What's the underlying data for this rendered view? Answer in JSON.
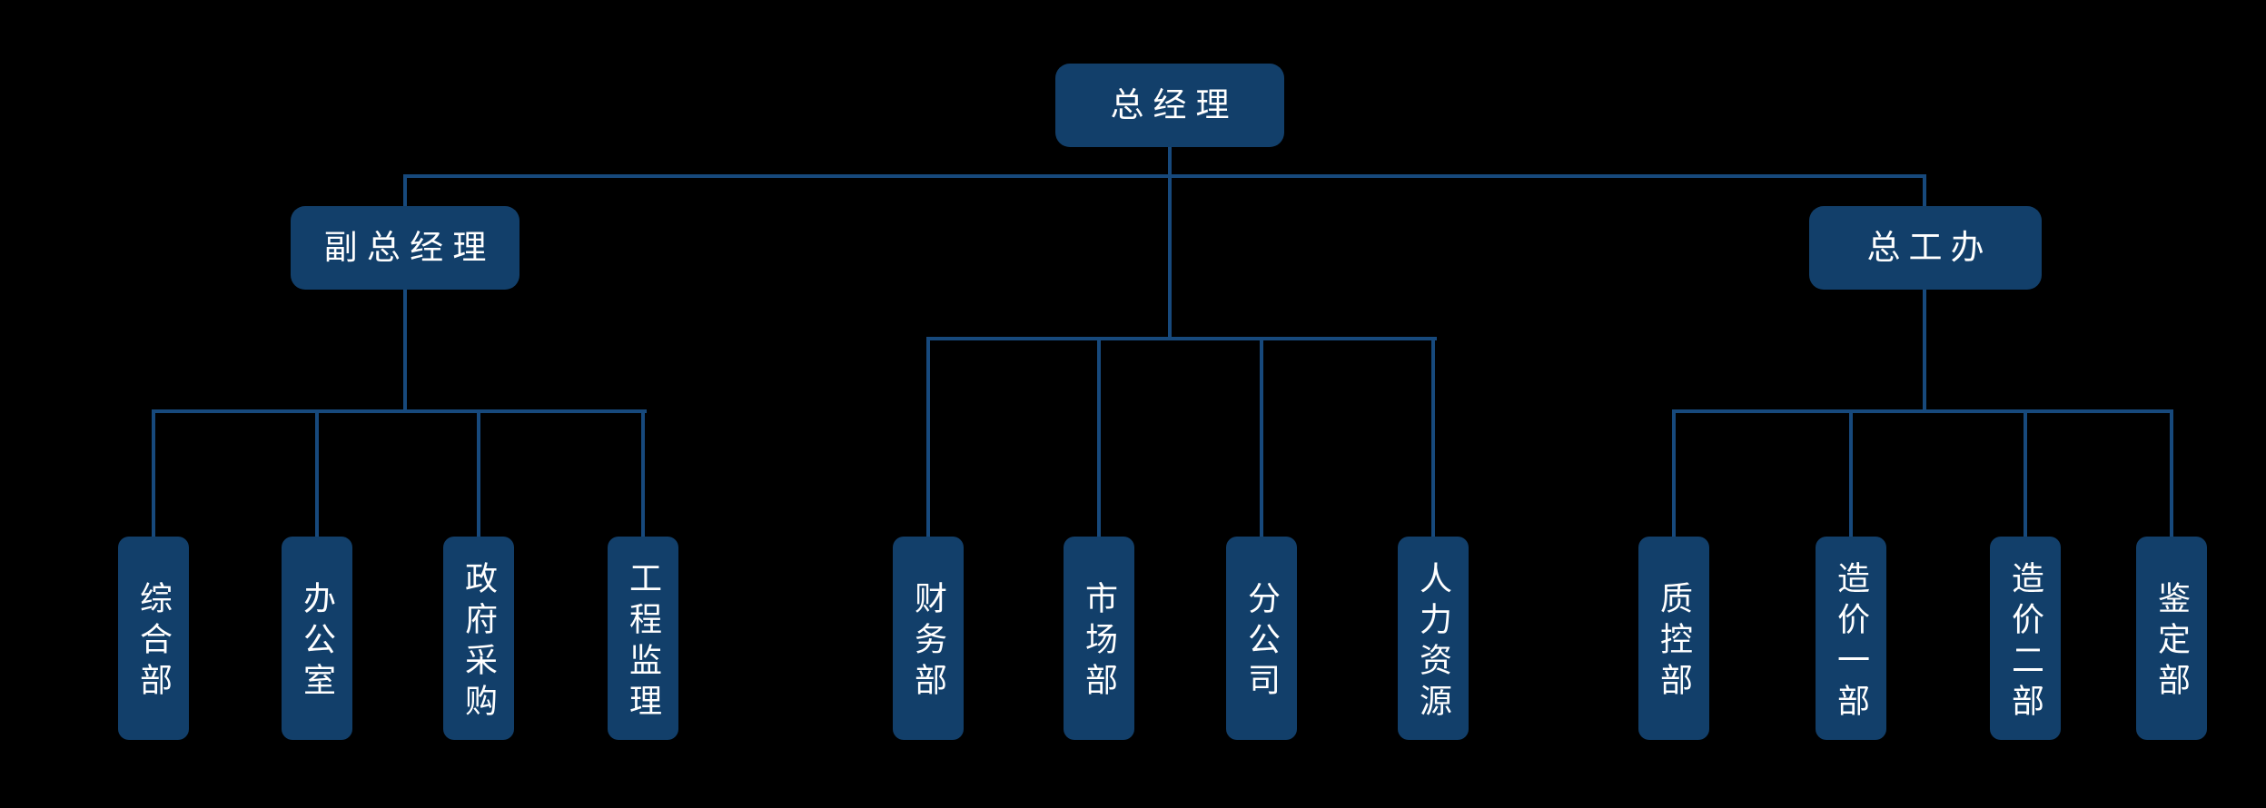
{
  "diagram": {
    "type": "org-chart",
    "colors": {
      "background": "#000000",
      "box_fill": "#123f6a",
      "connector_line": "#17497c",
      "label_text": "#ffffff"
    },
    "nodes": {
      "root": {
        "label": "总经理"
      },
      "deputy": {
        "label": "副 总 经 理"
      },
      "chief": {
        "label": "总工办"
      },
      "left_children": [
        {
          "label": "综合部"
        },
        {
          "label": "办公室"
        },
        {
          "label": "政府采购"
        },
        {
          "label": "工程监理"
        }
      ],
      "middle_children": [
        {
          "label": "财务部"
        },
        {
          "label": "市场部"
        },
        {
          "label": "分公司"
        },
        {
          "label": "人力资源"
        }
      ],
      "right_children": [
        {
          "label": "质控部"
        },
        {
          "label": "造价一部"
        },
        {
          "label": "造价二部"
        },
        {
          "label": "鉴定部"
        }
      ]
    },
    "hierarchy": {
      "总经理": [
        "副 总 经 理",
        "财务部",
        "市场部",
        "分公司",
        "人力资源",
        "总工办"
      ],
      "副 总 经 理": [
        "综合部",
        "办公室",
        "政府采购",
        "工程监理"
      ],
      "总工办": [
        "质控部",
        "造价一部",
        "造价二部",
        "鉴定部"
      ]
    }
  }
}
